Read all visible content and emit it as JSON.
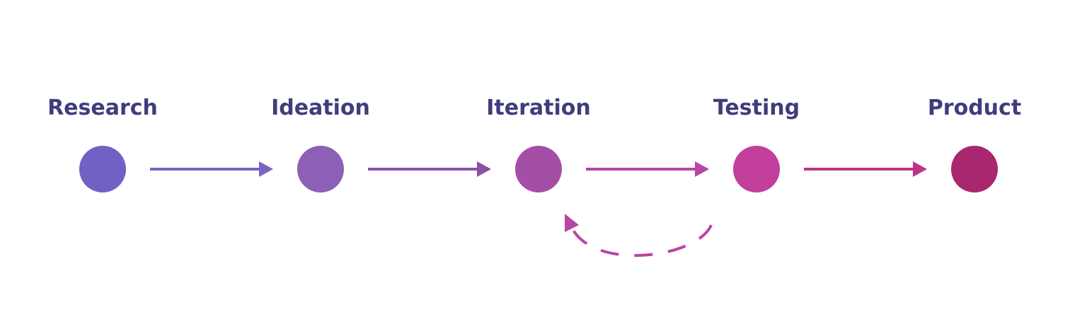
{
  "colors": {
    "title": "#3f3c7e",
    "research": "#6f62c4",
    "ideation": "#8b60b6",
    "iteration": "#a54ea8",
    "testing": "#c23f9b",
    "product": "#a8276f",
    "arrow_1": "#7a64c0",
    "arrow_2": "#8a50a6",
    "arrow_3": "#b945a4",
    "arrow_4": "#bb3686",
    "loop_arrow": "#b945a4"
  },
  "stages": [
    {
      "label": "Research",
      "color_key": "research",
      "icon": "circle-node"
    },
    {
      "label": "Ideation",
      "color_key": "ideation",
      "icon": "circle-node"
    },
    {
      "label": "Iteration",
      "color_key": "iteration",
      "icon": "circle-node"
    },
    {
      "label": "Testing",
      "color_key": "testing",
      "icon": "circle-node"
    },
    {
      "label": "Product",
      "color_key": "product",
      "icon": "circle-node"
    }
  ],
  "connections": [
    {
      "from": "Research",
      "to": "Ideation",
      "style": "solid",
      "color_key": "arrow_1"
    },
    {
      "from": "Ideation",
      "to": "Iteration",
      "style": "solid",
      "color_key": "arrow_2"
    },
    {
      "from": "Iteration",
      "to": "Testing",
      "style": "solid",
      "color_key": "arrow_3"
    },
    {
      "from": "Testing",
      "to": "Product",
      "style": "solid",
      "color_key": "arrow_4"
    },
    {
      "from": "Testing",
      "to": "Iteration",
      "style": "dashed",
      "color_key": "loop_arrow"
    }
  ]
}
